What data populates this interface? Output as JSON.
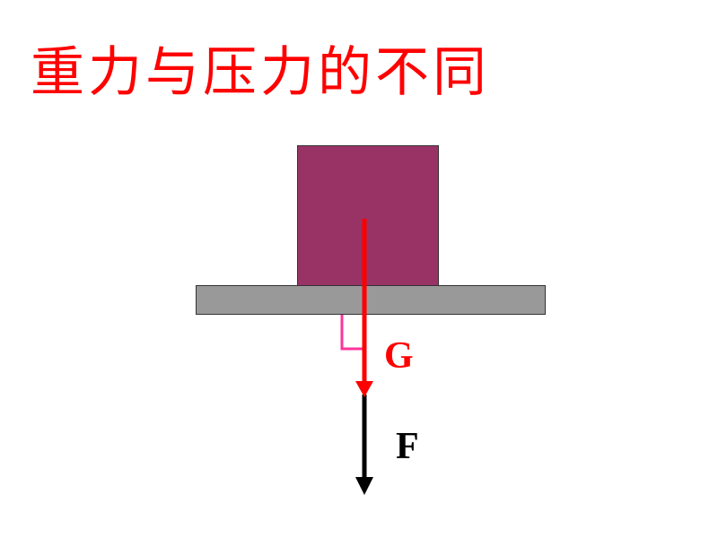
{
  "title": "重力与压力的不同",
  "labels": {
    "gravity": "G",
    "pressure": "F"
  },
  "colors": {
    "title": "#ff0000",
    "block": "#993366",
    "plate": "#999999",
    "gravity_arrow": "#ff0000",
    "pressure_arrow": "#000000",
    "right_angle": "#ff3399"
  }
}
